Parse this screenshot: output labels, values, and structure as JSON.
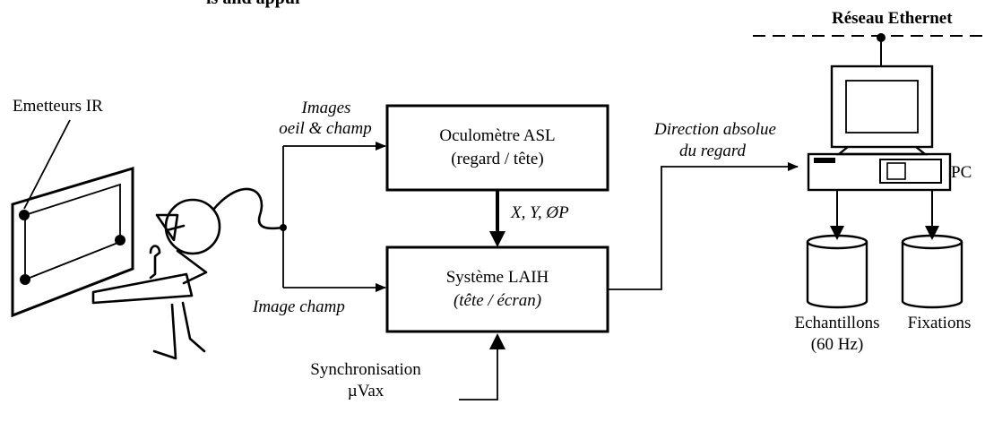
{
  "header_fragment": "is and appui",
  "labels": {
    "emetteurs": "Emetteurs IR",
    "images_l1": "Images",
    "images_l2": "oeil & champ",
    "image_champ": "Image champ",
    "direction_l1": "Direction absolue",
    "direction_l2": "du regard",
    "xy": "X, Y, ØP",
    "sync_l1": "Synchronisation",
    "sync_l2": "µVax",
    "reseau": "Réseau Ethernet",
    "pc": "PC",
    "echantillons_l1": "Echantillons",
    "echantillons_l2": "(60 Hz)",
    "fixations": "Fixations"
  },
  "boxes": {
    "oculometre": {
      "title": "Oculomètre ASL",
      "subtitle": "(regard / tête)"
    },
    "systeme": {
      "title": "Système LAIH",
      "subtitle": "(tête / écran)"
    }
  }
}
